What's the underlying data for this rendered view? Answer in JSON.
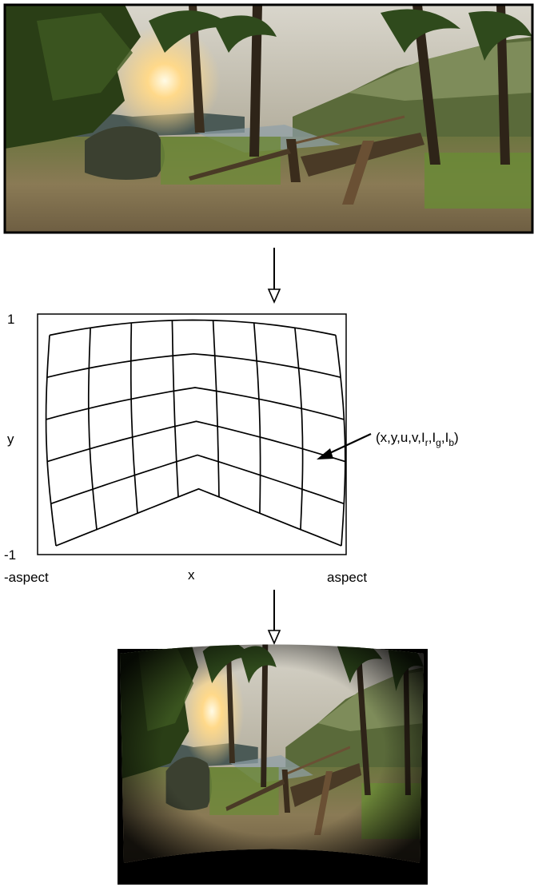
{
  "labels": {
    "y_top": "1",
    "y_bottom": "-1",
    "y_axis": "y",
    "x_left": "-aspect",
    "x_right": "aspect",
    "x_axis": "x"
  },
  "annotation": {
    "prefix": "(x,y,u,v,I",
    "sub_r": "r",
    "sep1": ",I",
    "sub_g": "g",
    "sep2": ",I",
    "sub_b": "b",
    "suffix": ")"
  },
  "images": {
    "top": "jungle-scene-undistorted",
    "bottom": "jungle-scene-warped"
  },
  "colors": {
    "sky": "#c8c3b6",
    "sun": "#ffe9a8",
    "foliage": "#2f4a1c",
    "ground": "#7a6a4a",
    "frame_black": "#000000"
  }
}
